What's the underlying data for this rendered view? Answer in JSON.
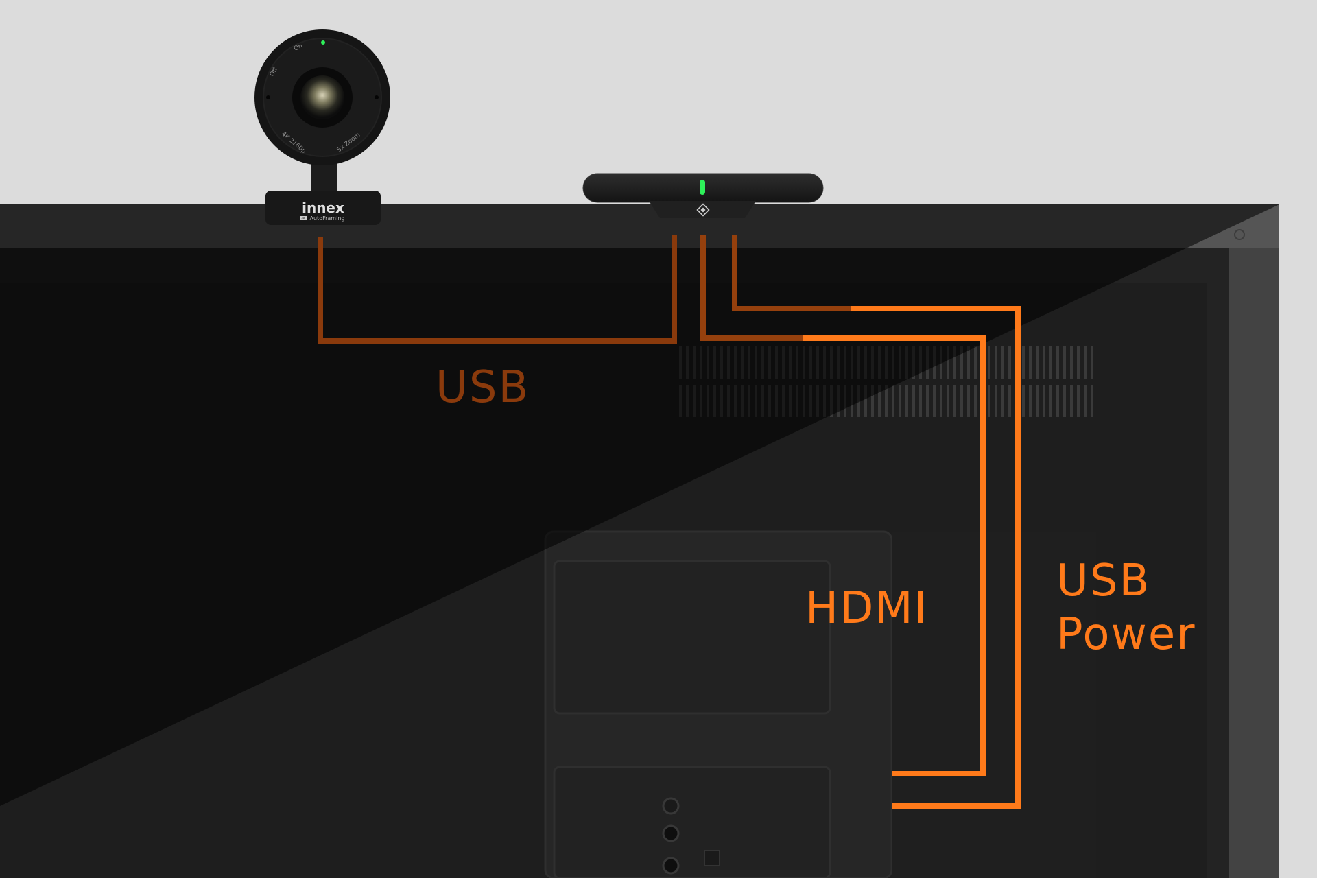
{
  "camera": {
    "brand": "innex",
    "badge": "4K",
    "model": "AutoFraming",
    "ring_off": "Off",
    "ring_on": "On",
    "ring_resolution": "4K 2160p",
    "ring_zoom": "5x Zoom"
  },
  "connections": {
    "usb_label": "USB",
    "hdmi_label": "HDMI",
    "usb_power_line1": "USB",
    "usb_power_line2": "Power"
  },
  "colors": {
    "background": "#dcdcdc",
    "monitor_body": "#232323",
    "monitor_frame": "#555555",
    "cable_active": "#ff7a1a",
    "cable_dim": "#8a3a0c",
    "led": "#2ef05a"
  }
}
